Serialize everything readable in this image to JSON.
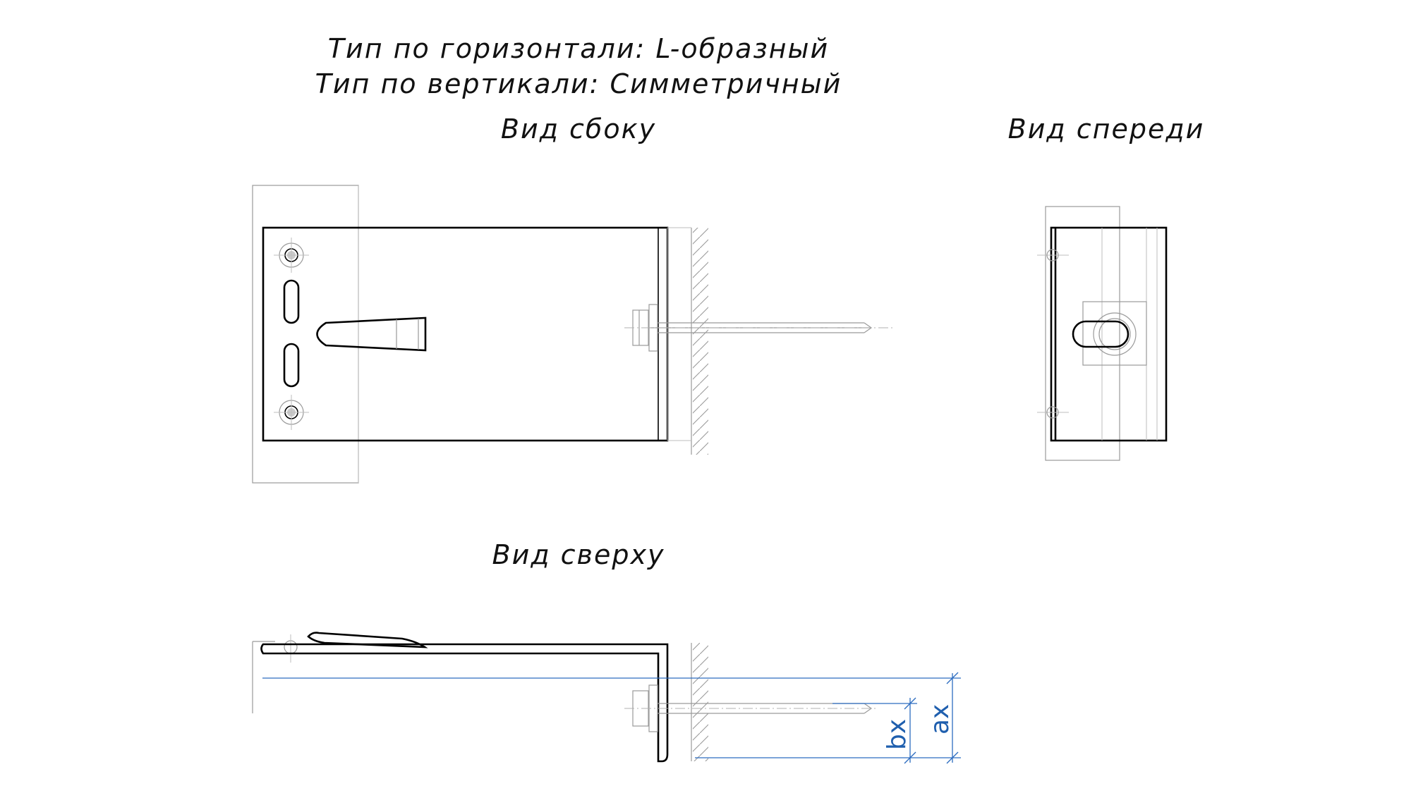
{
  "header": {
    "line1": "Тип по горизонтали: L-образный",
    "line2": "Тип по вертикали: Симметричный"
  },
  "views": {
    "side": "Вид сбоку",
    "front": "Вид спереди",
    "top": "Вид сверху"
  },
  "dimensions": {
    "a": "ax",
    "b": "bx"
  },
  "colors": {
    "line": "#000000",
    "thin": "#9a9a9a",
    "dimension": "#2c6cc0"
  }
}
